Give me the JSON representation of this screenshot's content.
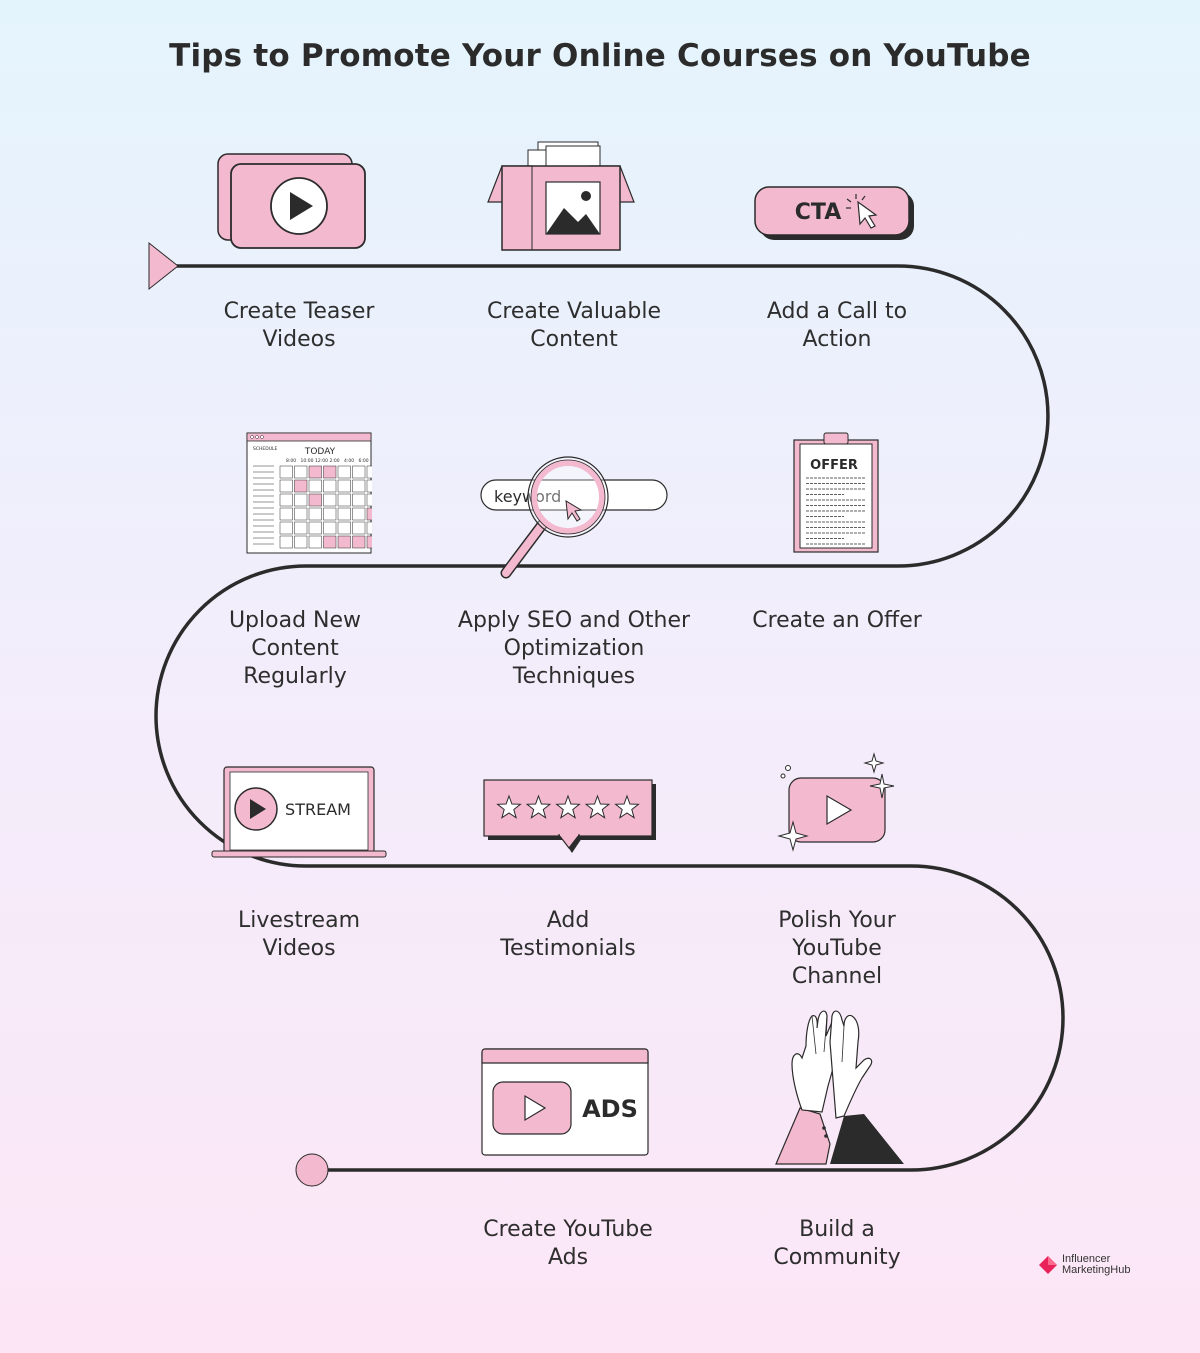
{
  "title": "Tips to Promote Your Online Courses on YouTube",
  "colors": {
    "pink": "#f3b9ce",
    "outline": "#2b2b2b",
    "path": "#2b2b2b",
    "accent": "#e8235a"
  },
  "steps": [
    {
      "label": "Create Teaser\nVideos",
      "icon": "teaser-video-icon"
    },
    {
      "label": "Create Valuable\nContent",
      "icon": "content-box-icon"
    },
    {
      "label": "Add a Call to\nAction",
      "icon": "cta-button-icon"
    },
    {
      "label": "Upload New\nContent\nRegularly",
      "icon": "schedule-calendar-icon"
    },
    {
      "label": "Apply SEO and Other\nOptimization\nTechniques",
      "icon": "magnifier-search-icon"
    },
    {
      "label": "Create an Offer",
      "icon": "clipboard-offer-icon"
    },
    {
      "label": "Livestream\nVideos",
      "icon": "stream-laptop-icon"
    },
    {
      "label": "Add\nTestimonials",
      "icon": "star-rating-icon"
    },
    {
      "label": "Polish Your\nYouTube\nChannel",
      "icon": "youtube-sparkle-icon"
    },
    {
      "label": "Create YouTube\nAds",
      "icon": "ads-window-icon"
    },
    {
      "label": "Build a\nCommunity",
      "icon": "high-five-icon"
    }
  ],
  "icon_text": {
    "cta": "CTA",
    "schedule": "SCHEDULE",
    "today": "TODAY",
    "times": [
      "8:00",
      "10:00",
      "12:00",
      "2:00",
      "4:00",
      "6:00"
    ],
    "keyword": "keyword",
    "offer": "OFFER",
    "stream": "STREAM",
    "ads": "ADS"
  },
  "logo": {
    "text": "Influencer\nMarketingHub"
  }
}
